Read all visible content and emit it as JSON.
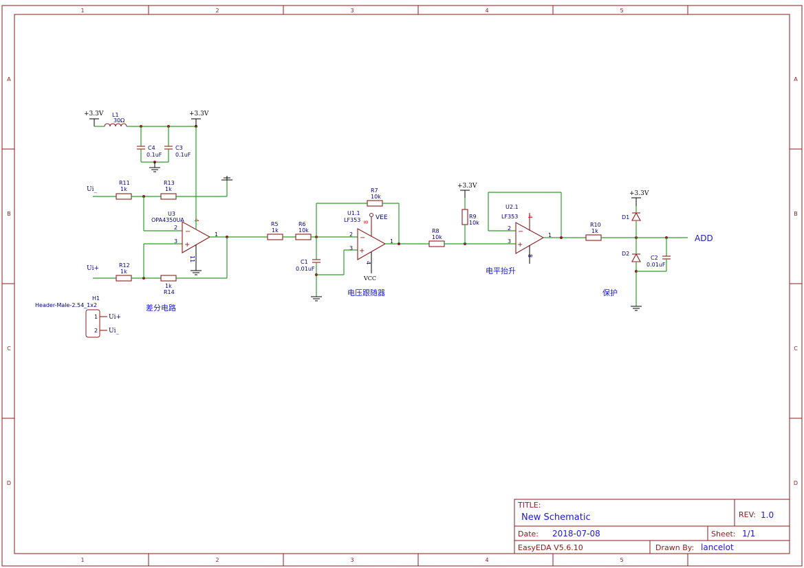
{
  "grid": {
    "columns": [
      "1",
      "2",
      "3",
      "4",
      "5"
    ],
    "rows": [
      "A",
      "B",
      "C",
      "D"
    ]
  },
  "power": {
    "vcc_l1": "+3.3V",
    "vcc_u3": "+3.3V",
    "vcc_r9": "+3.3V",
    "vcc_d1": "+3.3V",
    "vee": "VEE",
    "vcc": "VCC"
  },
  "components": {
    "L1": {
      "ref": "L1",
      "value": "30Ω"
    },
    "C4": {
      "ref": "C4",
      "value": "0.1uF"
    },
    "C3": {
      "ref": "C3",
      "value": "0.1uF"
    },
    "R11": {
      "ref": "R11",
      "value": "1k"
    },
    "R13": {
      "ref": "R13",
      "value": "1k"
    },
    "R12": {
      "ref": "R12",
      "value": "1k"
    },
    "R14": {
      "ref": "R14",
      "value": "1k"
    },
    "U3": {
      "ref": "U3",
      "value": "OPA4350UA"
    },
    "R5": {
      "ref": "R5",
      "value": "1k"
    },
    "R6": {
      "ref": "R6",
      "value": "10k"
    },
    "R7": {
      "ref": "R7",
      "value": "10k"
    },
    "C1": {
      "ref": "C1",
      "value": "0.01uF"
    },
    "U1": {
      "ref": "U1.1",
      "value": "LF353"
    },
    "R8": {
      "ref": "R8",
      "value": "10k"
    },
    "R9": {
      "ref": "R9",
      "value": "10k"
    },
    "U2": {
      "ref": "U2.1",
      "value": "LF353"
    },
    "R10": {
      "ref": "R10",
      "value": "1k"
    },
    "D1": {
      "ref": "D1"
    },
    "D2": {
      "ref": "D2"
    },
    "C2": {
      "ref": "C2",
      "value": "0.01uF"
    },
    "H1": {
      "ref": "H1",
      "value": "Header-Male-2.54_1x2"
    }
  },
  "pins": {
    "u3_in_neg": "2",
    "u3_in_pos": "3",
    "u3_out": "1",
    "u3_vplus": "4",
    "u3_vminus": "11",
    "u1_in_neg": "2",
    "u1_in_pos": "3",
    "u1_out": "1",
    "u1_vplus": "8",
    "u1_vminus": "4",
    "u2_in_neg": "2",
    "u2_in_pos": "3",
    "u2_out": "1",
    "u2_vplus": "4",
    "u2_vminus": "8",
    "h1_pin1": "1",
    "h1_pin2": "2",
    "op_minus": "−",
    "op_plus": "+"
  },
  "nets": {
    "ui_minus_in": "Ui_",
    "ui_plus_in": "Ui+",
    "h1_net1": "Ui+",
    "h1_net2": "Ui_",
    "output": "ADD"
  },
  "sections": {
    "differential": "差分电路",
    "follower": "电压跟随器",
    "level_shift": "电平抬升",
    "protection": "保护"
  },
  "title_block": {
    "title_key": "TITLE:",
    "title": "New Schematic",
    "rev_key": "REV:",
    "rev": "1.0",
    "date_key": "Date:",
    "date": "2018-07-08",
    "sheet_key": "Sheet:",
    "sheet": "1/1",
    "tool": "EasyEDA V5.6.10",
    "drawn_key": "Drawn By:",
    "drawn_by": "lancelot"
  },
  "colors": {
    "border": "#8b1a1a",
    "wire": "#2e9b2e",
    "component": "#8b1a1a",
    "label": "#000080",
    "annotation": "#1a1acd",
    "pin_number_highlight": "#e02020"
  }
}
